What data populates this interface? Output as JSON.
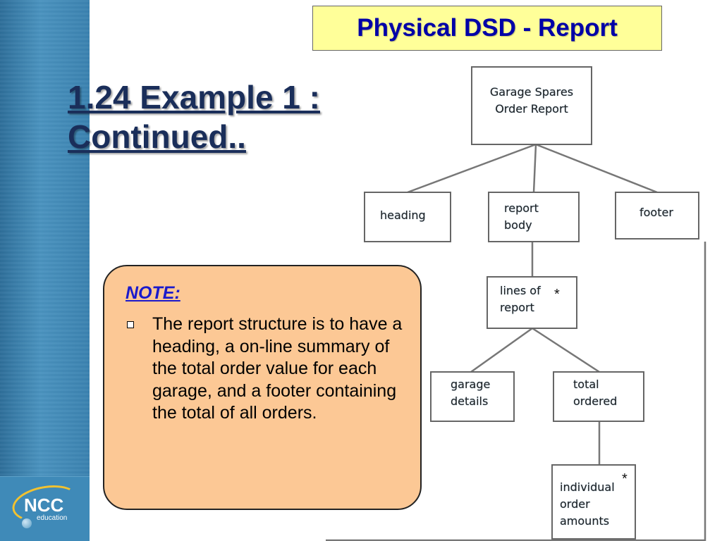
{
  "slide_title": "Physical DSD - Report",
  "heading": "1.24 Example 1 : Continued..",
  "note": {
    "title": "NOTE:",
    "bullet": "The report structure is to have a heading, a on-line summary of the total order value for each garage, and a footer containing the total of all orders."
  },
  "logo": {
    "brand": "NCC",
    "sub": "education"
  },
  "diagram": {
    "root": "Garage Spares Order Report",
    "heading": "heading",
    "report_body": "report body",
    "footer": "footer",
    "lines_of_report": "lines of report",
    "garage_details": "garage details",
    "total_ordered": "total ordered",
    "individual_order_amounts": "individual order amounts",
    "iteration_mark": "*"
  },
  "colors": {
    "title_fill": "#ffff99",
    "title_text": "#0000a8",
    "heading_text": "#1a2e5a",
    "note_fill": "#fcc895",
    "note_title": "#1a1acc",
    "sidebar": "#3b82b0"
  }
}
